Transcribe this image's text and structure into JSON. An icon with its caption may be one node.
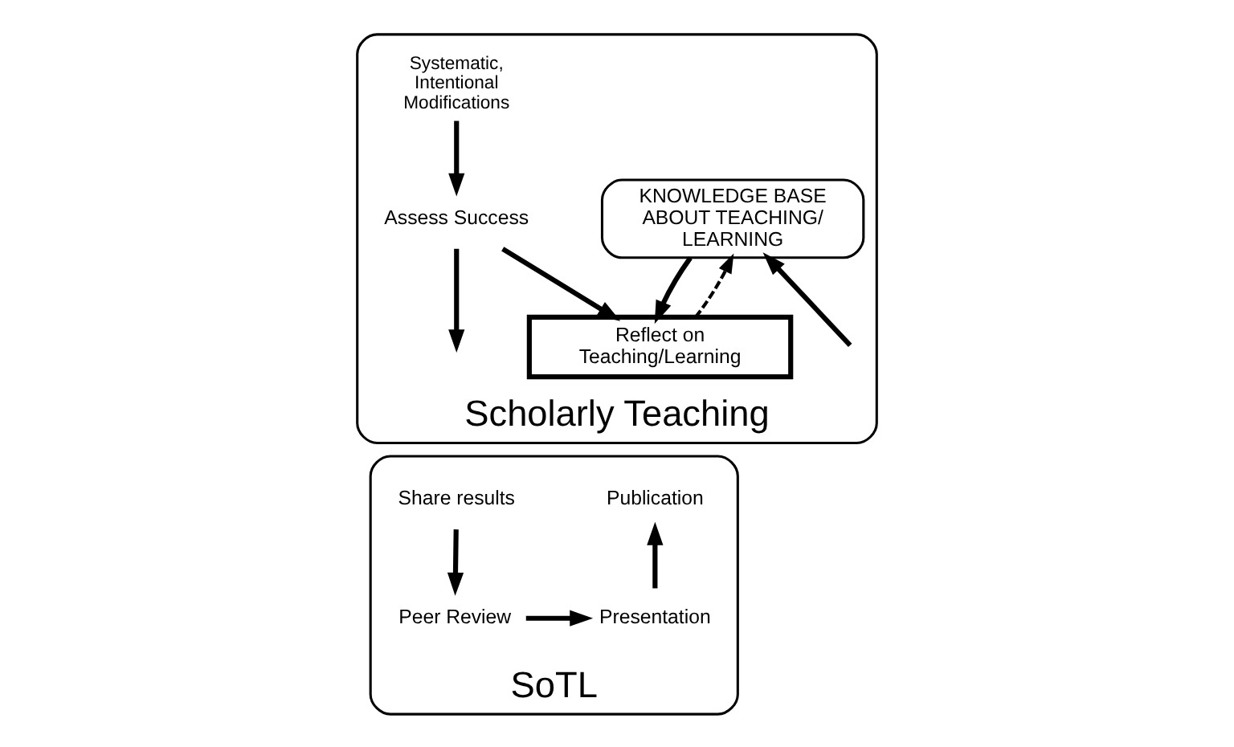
{
  "diagram": {
    "nodes": [
      {
        "text": [
          "Scholarly Teaching"
        ]
      },
      {
        "text": [
          "KNOWLEDGE BASE ABOUT TEACHING/ LEARNING"
        ],
        "in": 0
      },
      {
        "text": [
          "Reflect on Teaching/Learning"
        ],
        "in": 0
      },
      {
        "text": [
          "Systematic, Intentional Modifications"
        ],
        "in": 0
      },
      {
        "text": [
          "Assess Success"
        ],
        "in": 0
      },
      {
        "text": [
          "SoTL"
        ]
      },
      {
        "text": [
          "Publication"
        ],
        "in": 5
      },
      {
        "text": [
          "Share results"
        ],
        "in": 5
      },
      {
        "text": [
          "Peer Review"
        ],
        "in": 5
      },
      {
        "text": [
          "Presentation"
        ],
        "in": 5
      }
    ],
    "edges": [
      {
        "from": 1,
        "to": 2,
        "arrow": "to"
      },
      {
        "from": 2,
        "to": 1,
        "arrow": "to",
        "style": "dashed"
      },
      {
        "from": 3,
        "to": 4,
        "arrow": "to"
      },
      {
        "from": 4,
        "to": 2,
        "arrow": "to"
      },
      {
        "from": null,
        "to": 1,
        "arrow": "to"
      },
      {
        "from": 4,
        "to": null,
        "arrow": "to"
      },
      {
        "from": 7,
        "to": 8,
        "arrow": "to"
      },
      {
        "from": 8,
        "to": 9,
        "arrow": "to"
      },
      {
        "from": 9,
        "to": 6,
        "arrow": "to"
      }
    ]
  }
}
